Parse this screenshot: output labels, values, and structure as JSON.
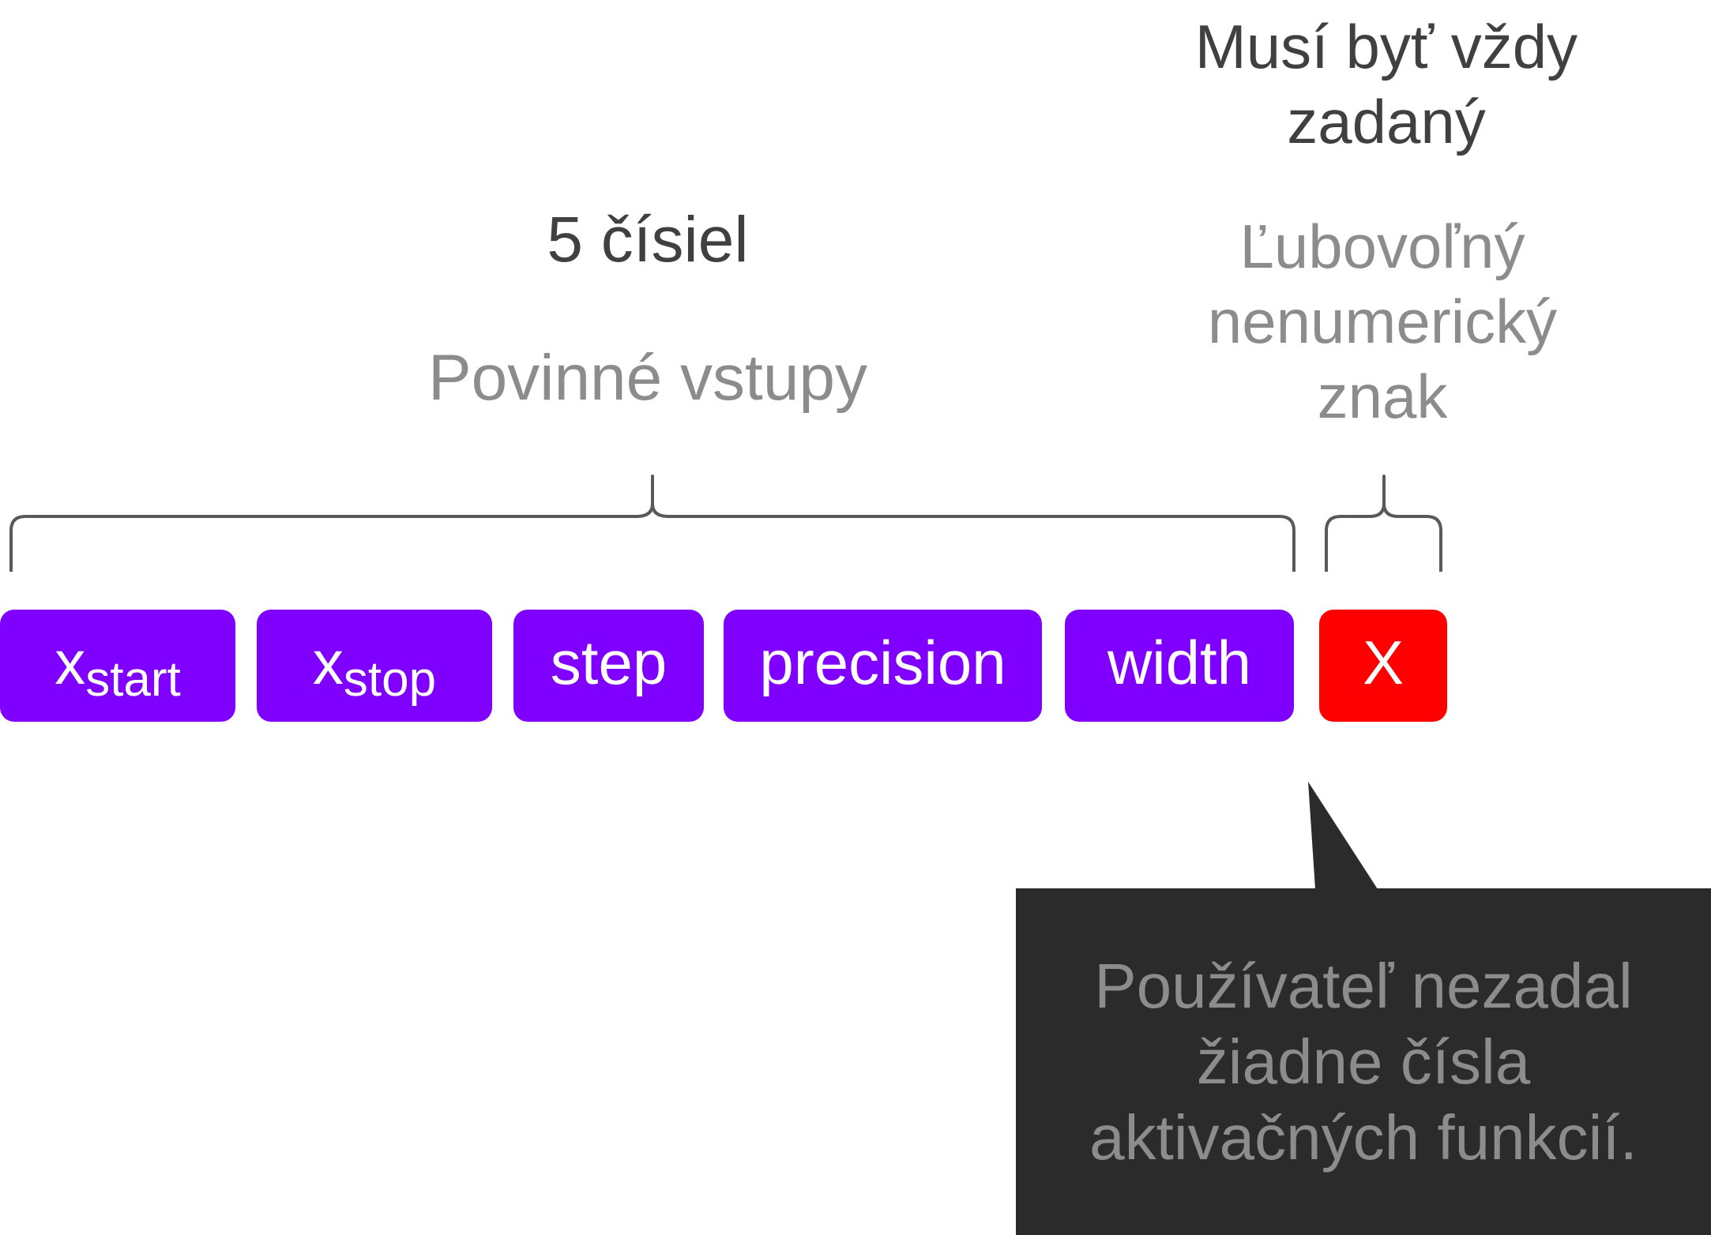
{
  "mandatory_group": {
    "heading": "5 čísiel",
    "subheading": "Povinné vstupy"
  },
  "terminator_group": {
    "heading": "Musí byť vždy\nzadaný",
    "subheading": "Ľubovoľný\nnenumerický\nznak"
  },
  "tokens": [
    {
      "main": "x",
      "sub": "start",
      "color": "#7f00ff"
    },
    {
      "main": "x",
      "sub": "stop",
      "color": "#7f00ff"
    },
    {
      "main": "step",
      "color": "#7f00ff"
    },
    {
      "main": "precision",
      "color": "#7f00ff"
    },
    {
      "main": "width",
      "color": "#7f00ff"
    },
    {
      "main": "X",
      "color": "#ff0000"
    }
  ],
  "callout": {
    "text": "Používateľ nezadal\nžiadne čísla\naktivačných funkcií.",
    "background": "#2b2b2b"
  },
  "colors": {
    "heading": "#404040",
    "subheading": "#8c8c8c",
    "brace": "#595959"
  }
}
